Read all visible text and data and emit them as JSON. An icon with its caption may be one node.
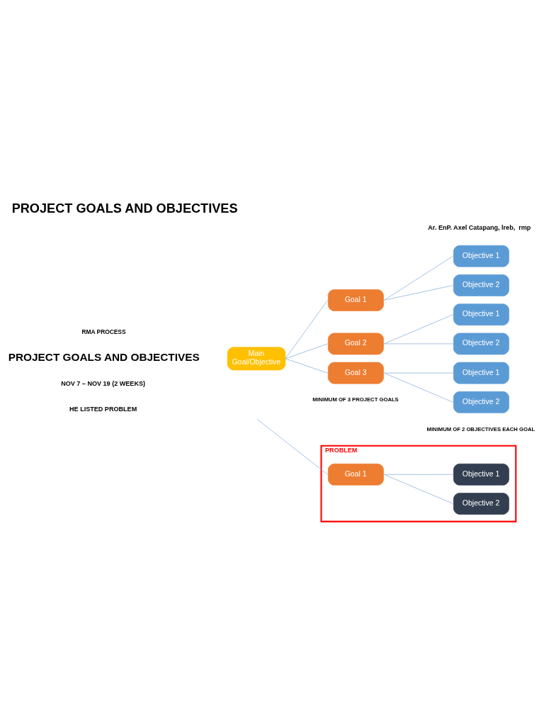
{
  "diagram": {
    "title": "PROJECT GOALS AND OBJECTIVES",
    "nodes": [
      {
        "text": [
          "Main Goal/Objective"
        ]
      },
      {
        "text": [
          "Goal 1"
        ]
      },
      {
        "text": [
          "Objective 1"
        ]
      },
      {
        "text": [
          "Objective 2"
        ]
      },
      {
        "text": [
          "Goal 2"
        ]
      },
      {
        "text": [
          "Objective 1"
        ]
      },
      {
        "text": [
          "Objective 2"
        ]
      },
      {
        "text": [
          "Goal 3"
        ]
      },
      {
        "text": [
          "Objective 1"
        ]
      },
      {
        "text": [
          "Objective 2"
        ]
      },
      {
        "text": [
          "PROBLEM"
        ]
      },
      {
        "text": [
          "Goal 1"
        ],
        "in": 10
      },
      {
        "text": [
          "Objective 1"
        ],
        "in": 10
      },
      {
        "text": [
          "Objective 2"
        ],
        "in": 10
      }
    ],
    "edges": [
      {
        "from": 0,
        "to": 1,
        "arrow": "none"
      },
      {
        "from": 1,
        "to": 2,
        "arrow": "none"
      },
      {
        "from": 1,
        "to": 3,
        "arrow": "none"
      },
      {
        "from": 0,
        "to": 4,
        "arrow": "none"
      },
      {
        "from": 4,
        "to": 5,
        "arrow": "none"
      },
      {
        "from": 4,
        "to": 6,
        "arrow": "none"
      },
      {
        "from": 0,
        "to": 7,
        "arrow": "none"
      },
      {
        "from": 7,
        "to": 8,
        "arrow": "none"
      },
      {
        "from": 7,
        "to": 9,
        "arrow": "none"
      },
      {
        "from": null,
        "to": 11,
        "arrow": "none"
      },
      {
        "from": 11,
        "to": 12,
        "arrow": "none"
      },
      {
        "from": 11,
        "to": 13,
        "arrow": "none"
      }
    ],
    "labels": [
      "RMA PROCESS",
      "Ar. EnP. Axel Catapang, lreb,  rmp",
      "PROJECT GOALS AND OBJECTIVES",
      "NOV 7 – NOV 19 (2 WEEKS)",
      "MINIMUM OF 3 PROJECT GOALS",
      "MINIMUM OF 2 OBJECTIVES EACH GOAL",
      "HE LISTED PROBLEM"
    ]
  }
}
